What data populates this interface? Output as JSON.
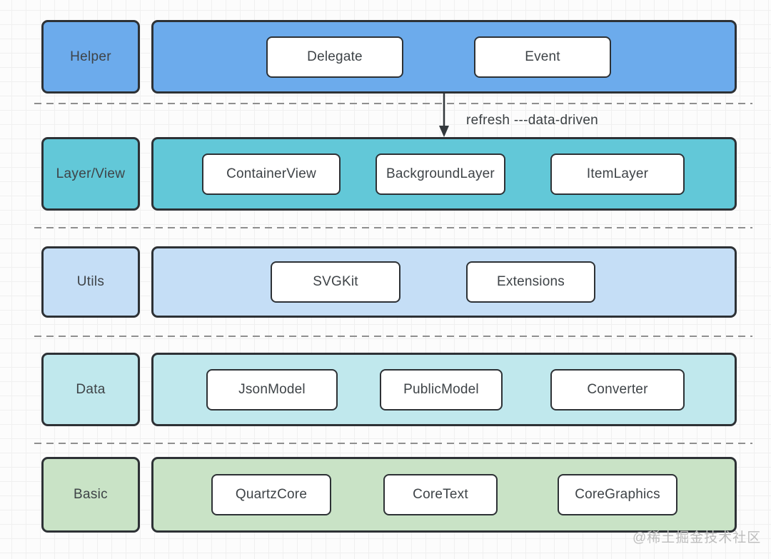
{
  "diagram": {
    "rows": [
      {
        "label": "Helper",
        "fill": "#6cabec",
        "items": [
          "Delegate",
          "Event"
        ]
      },
      {
        "label": "Layer/View",
        "fill": "#62c8d8",
        "items": [
          "ContainerView",
          "BackgroundLayer",
          "ItemLayer"
        ]
      },
      {
        "label": "Utils",
        "fill": "#c5def6",
        "items": [
          "SVGKit",
          "Extensions"
        ]
      },
      {
        "label": "Data",
        "fill": "#c0e8ed",
        "items": [
          "JsonModel",
          "PublicModel",
          "Converter"
        ]
      },
      {
        "label": "Basic",
        "fill": "#c9e3c6",
        "items": [
          "QuartzCore",
          "CoreText",
          "CoreGraphics"
        ]
      }
    ],
    "arrow_annotation": "refresh ---data-driven",
    "watermark": "@稀土掘金技术社区",
    "colors": {
      "helper_fill": "#6cabec",
      "layer_view_fill": "#62c8d8",
      "utils_fill": "#c5def6",
      "data_fill": "#c0e8ed",
      "basic_fill": "#c9e3c6",
      "shape_border": "#2d3135",
      "chip_fill": "#ffffff",
      "text": "#3e4347",
      "divider": "#8f8f8f",
      "watermark_text": "#bdbdbd"
    }
  }
}
